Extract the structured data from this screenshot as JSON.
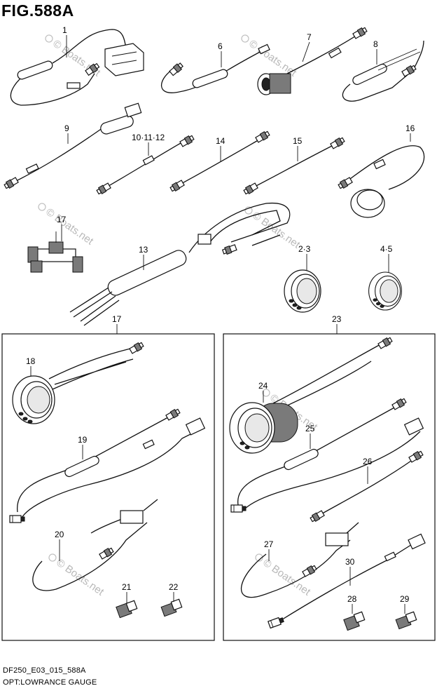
{
  "title": "FIG.588A",
  "footer": {
    "code": "DF250_E03_015_588A",
    "caption": "OPT:LOWRANCE GAUGE"
  },
  "watermark": "© Boats.net",
  "callouts": {
    "c1": "1",
    "c6": "6",
    "c7": "7",
    "c8": "8",
    "c9": "9",
    "c10": "10·11·12",
    "c14": "14",
    "c15": "15",
    "c16": "16",
    "c17a": "17",
    "c13": "13",
    "c23a": "2·3",
    "c45": "4·5",
    "c17b": "17",
    "c23b": "23",
    "c18": "18",
    "c19": "19",
    "c20": "20",
    "c21": "21",
    "c22": "22",
    "c24": "24",
    "c25": "25",
    "c26": "26",
    "c27": "27",
    "c28": "28",
    "c29": "29",
    "c30": "30"
  }
}
